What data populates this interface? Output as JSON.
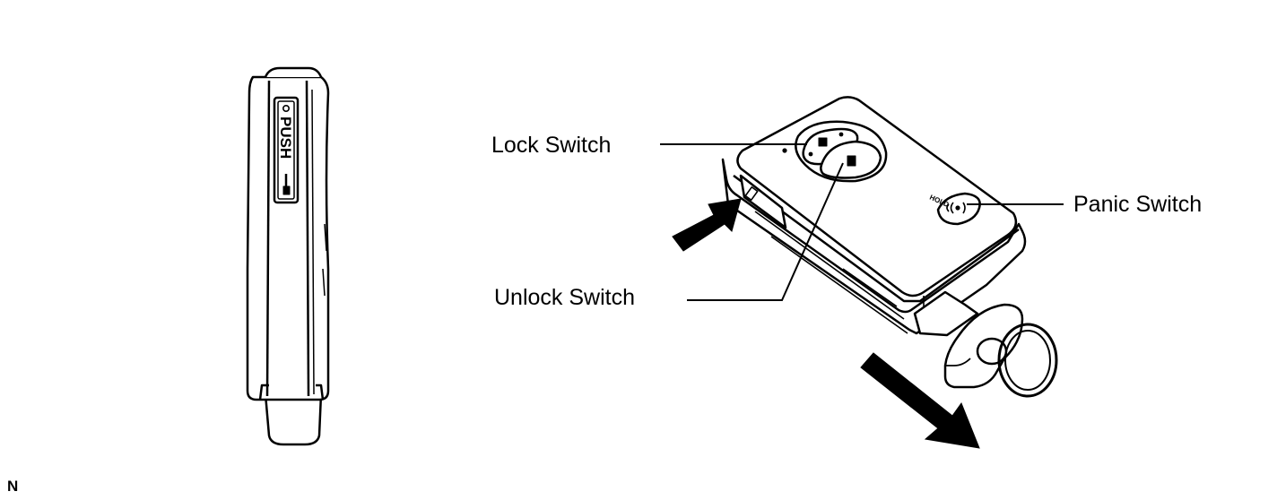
{
  "labels": {
    "lock_switch": "Lock Switch",
    "unlock_switch": "Unlock Switch",
    "panic_switch": "Panic Switch"
  },
  "side_view": {
    "push_text": "PUSH"
  },
  "front_view": {
    "hold_text": "HOLD"
  },
  "figure_code": "N",
  "colors": {
    "line": "#000000",
    "background": "#ffffff"
  }
}
